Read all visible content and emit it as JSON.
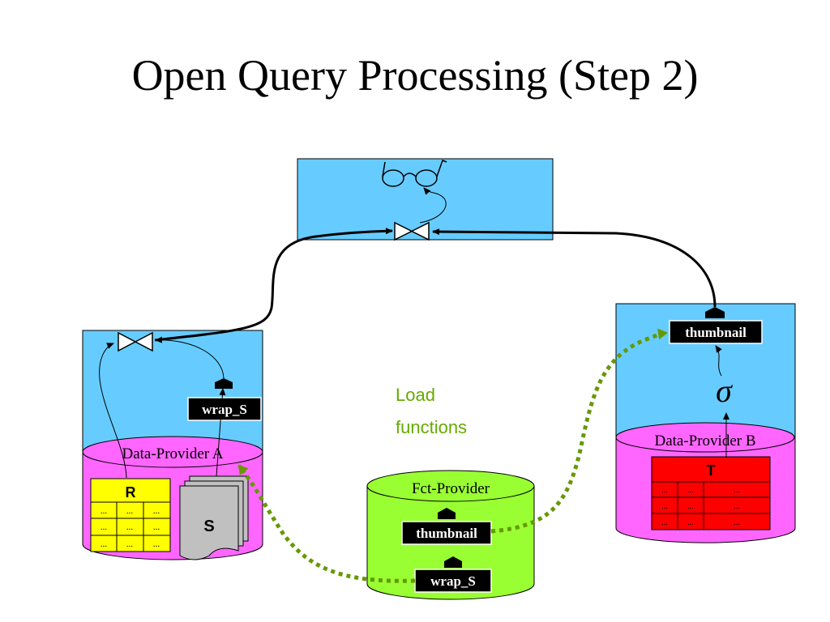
{
  "slide": {
    "title": "Open Query Processing (Step 2)"
  },
  "diagram": {
    "provider_a": {
      "label": "Data-Provider A",
      "wrapper": "wrap_S",
      "table_r": {
        "name": "R",
        "cells": [
          [
            "...",
            "...",
            "..."
          ],
          [
            "...",
            "...",
            "..."
          ],
          [
            "...",
            "...",
            "..."
          ]
        ]
      },
      "doc_s": {
        "name": "S"
      }
    },
    "provider_b": {
      "label": "Data-Provider B",
      "function": "thumbnail",
      "selection_symbol": "σ",
      "table_t": {
        "name": "T",
        "cells": [
          [
            "...",
            "...",
            "..."
          ],
          [
            "...",
            "...",
            "..."
          ],
          [
            "...",
            "...",
            "..."
          ]
        ]
      }
    },
    "fct_provider": {
      "label": "Fct-Provider",
      "functions": [
        "thumbnail",
        "wrap_S"
      ]
    },
    "load_label": [
      "Load",
      "functions"
    ]
  },
  "colors": {
    "blue_box": "#66ccff",
    "pink_cylinder": "#ff66ff",
    "green_cylinder": "#99ff33",
    "table_r": "#ffff00",
    "table_t": "#ff0000",
    "dashed_arrow": "#669900",
    "load_text": "#66aa00"
  }
}
